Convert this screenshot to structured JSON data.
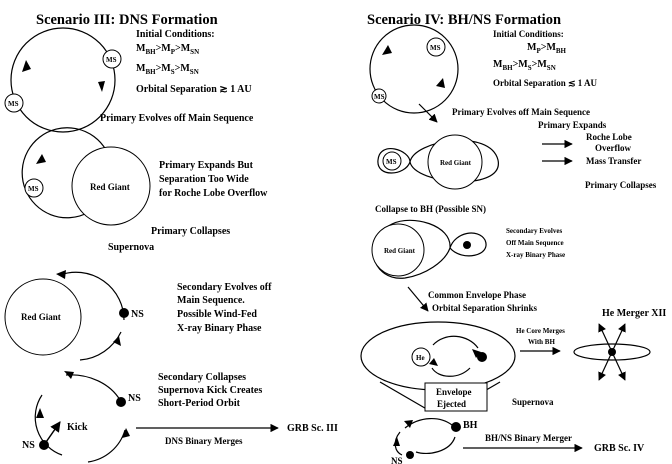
{
  "left": {
    "title": "Scenario III:  DNS Formation",
    "initial_conditions": "Initial Conditions:",
    "cond1": {
      "main": "M",
      "subs": [
        "BH",
        "P",
        "SN"
      ],
      "ops": [
        ">",
        ">"
      ]
    },
    "cond2": {
      "main": "M",
      "subs": [
        "BH",
        "S",
        "SN"
      ],
      "ops": [
        ">",
        ">"
      ]
    },
    "orbital_sep": "Orbital Separation ≳ 1 AU",
    "ms_label": "MS",
    "step1": "Primary Evolves off Main Sequence",
    "step2": [
      "Primary Expands But",
      "Separation Too Wide",
      "for Roche Lobe Overflow"
    ],
    "red_giant": "Red Giant",
    "primary_collapses": "Primary Collapses",
    "supernova": "Supernova",
    "step3": [
      "Secondary Evolves off",
      "Main Sequence.",
      "Possible Wind-Fed",
      "X-ray Binary Phase"
    ],
    "ns_label": "NS",
    "step4": [
      "Secondary Collapses",
      "Supernova Kick Creates",
      "Short-Period Orbit"
    ],
    "kick": "Kick",
    "dns_merges": "DNS Binary Merges",
    "grb3": "GRB Sc. III"
  },
  "right": {
    "title": "Scenario IV:  BH/NS Formation",
    "initial_conditions": "Initial Conditions:",
    "cond1": {
      "main": "M",
      "subs": [
        "P",
        "BH"
      ],
      "ops": [
        ">"
      ]
    },
    "cond2": {
      "main": "M",
      "subs": [
        "BH",
        "S",
        "SN"
      ],
      "ops": [
        ">",
        ">"
      ]
    },
    "orbital_sep": "Orbital Separation ≲ 1 AU",
    "ms_label": "MS",
    "step1": "Primary Evolves off Main Sequence",
    "primary_expands": "Primary Expands",
    "roche_lobe": [
      "Roche Lobe",
      "Overflow"
    ],
    "mass_transfer": "Mass Transfer",
    "primary_collapses": "Primary Collapses",
    "red_giant": "Red Giant",
    "collapse_bh": "Collapse to BH (Possible SN)",
    "secondary": [
      "Secondary Evolves",
      "Off Main Sequence",
      "X-ray Binary Phase"
    ],
    "common_env": [
      "Common Envelope Phase",
      "Orbital Separation Shrinks"
    ],
    "he": "He",
    "he_core": [
      "He Core Merges",
      "With BH"
    ],
    "he_merger": "He Merger XII",
    "envelope": [
      "Envelope",
      "Ejected"
    ],
    "supernova": "Supernova",
    "bh": "BH",
    "ns": "NS",
    "bhns_merger": "BH/NS Binary Merger",
    "grb4": "GRB Sc. IV"
  }
}
